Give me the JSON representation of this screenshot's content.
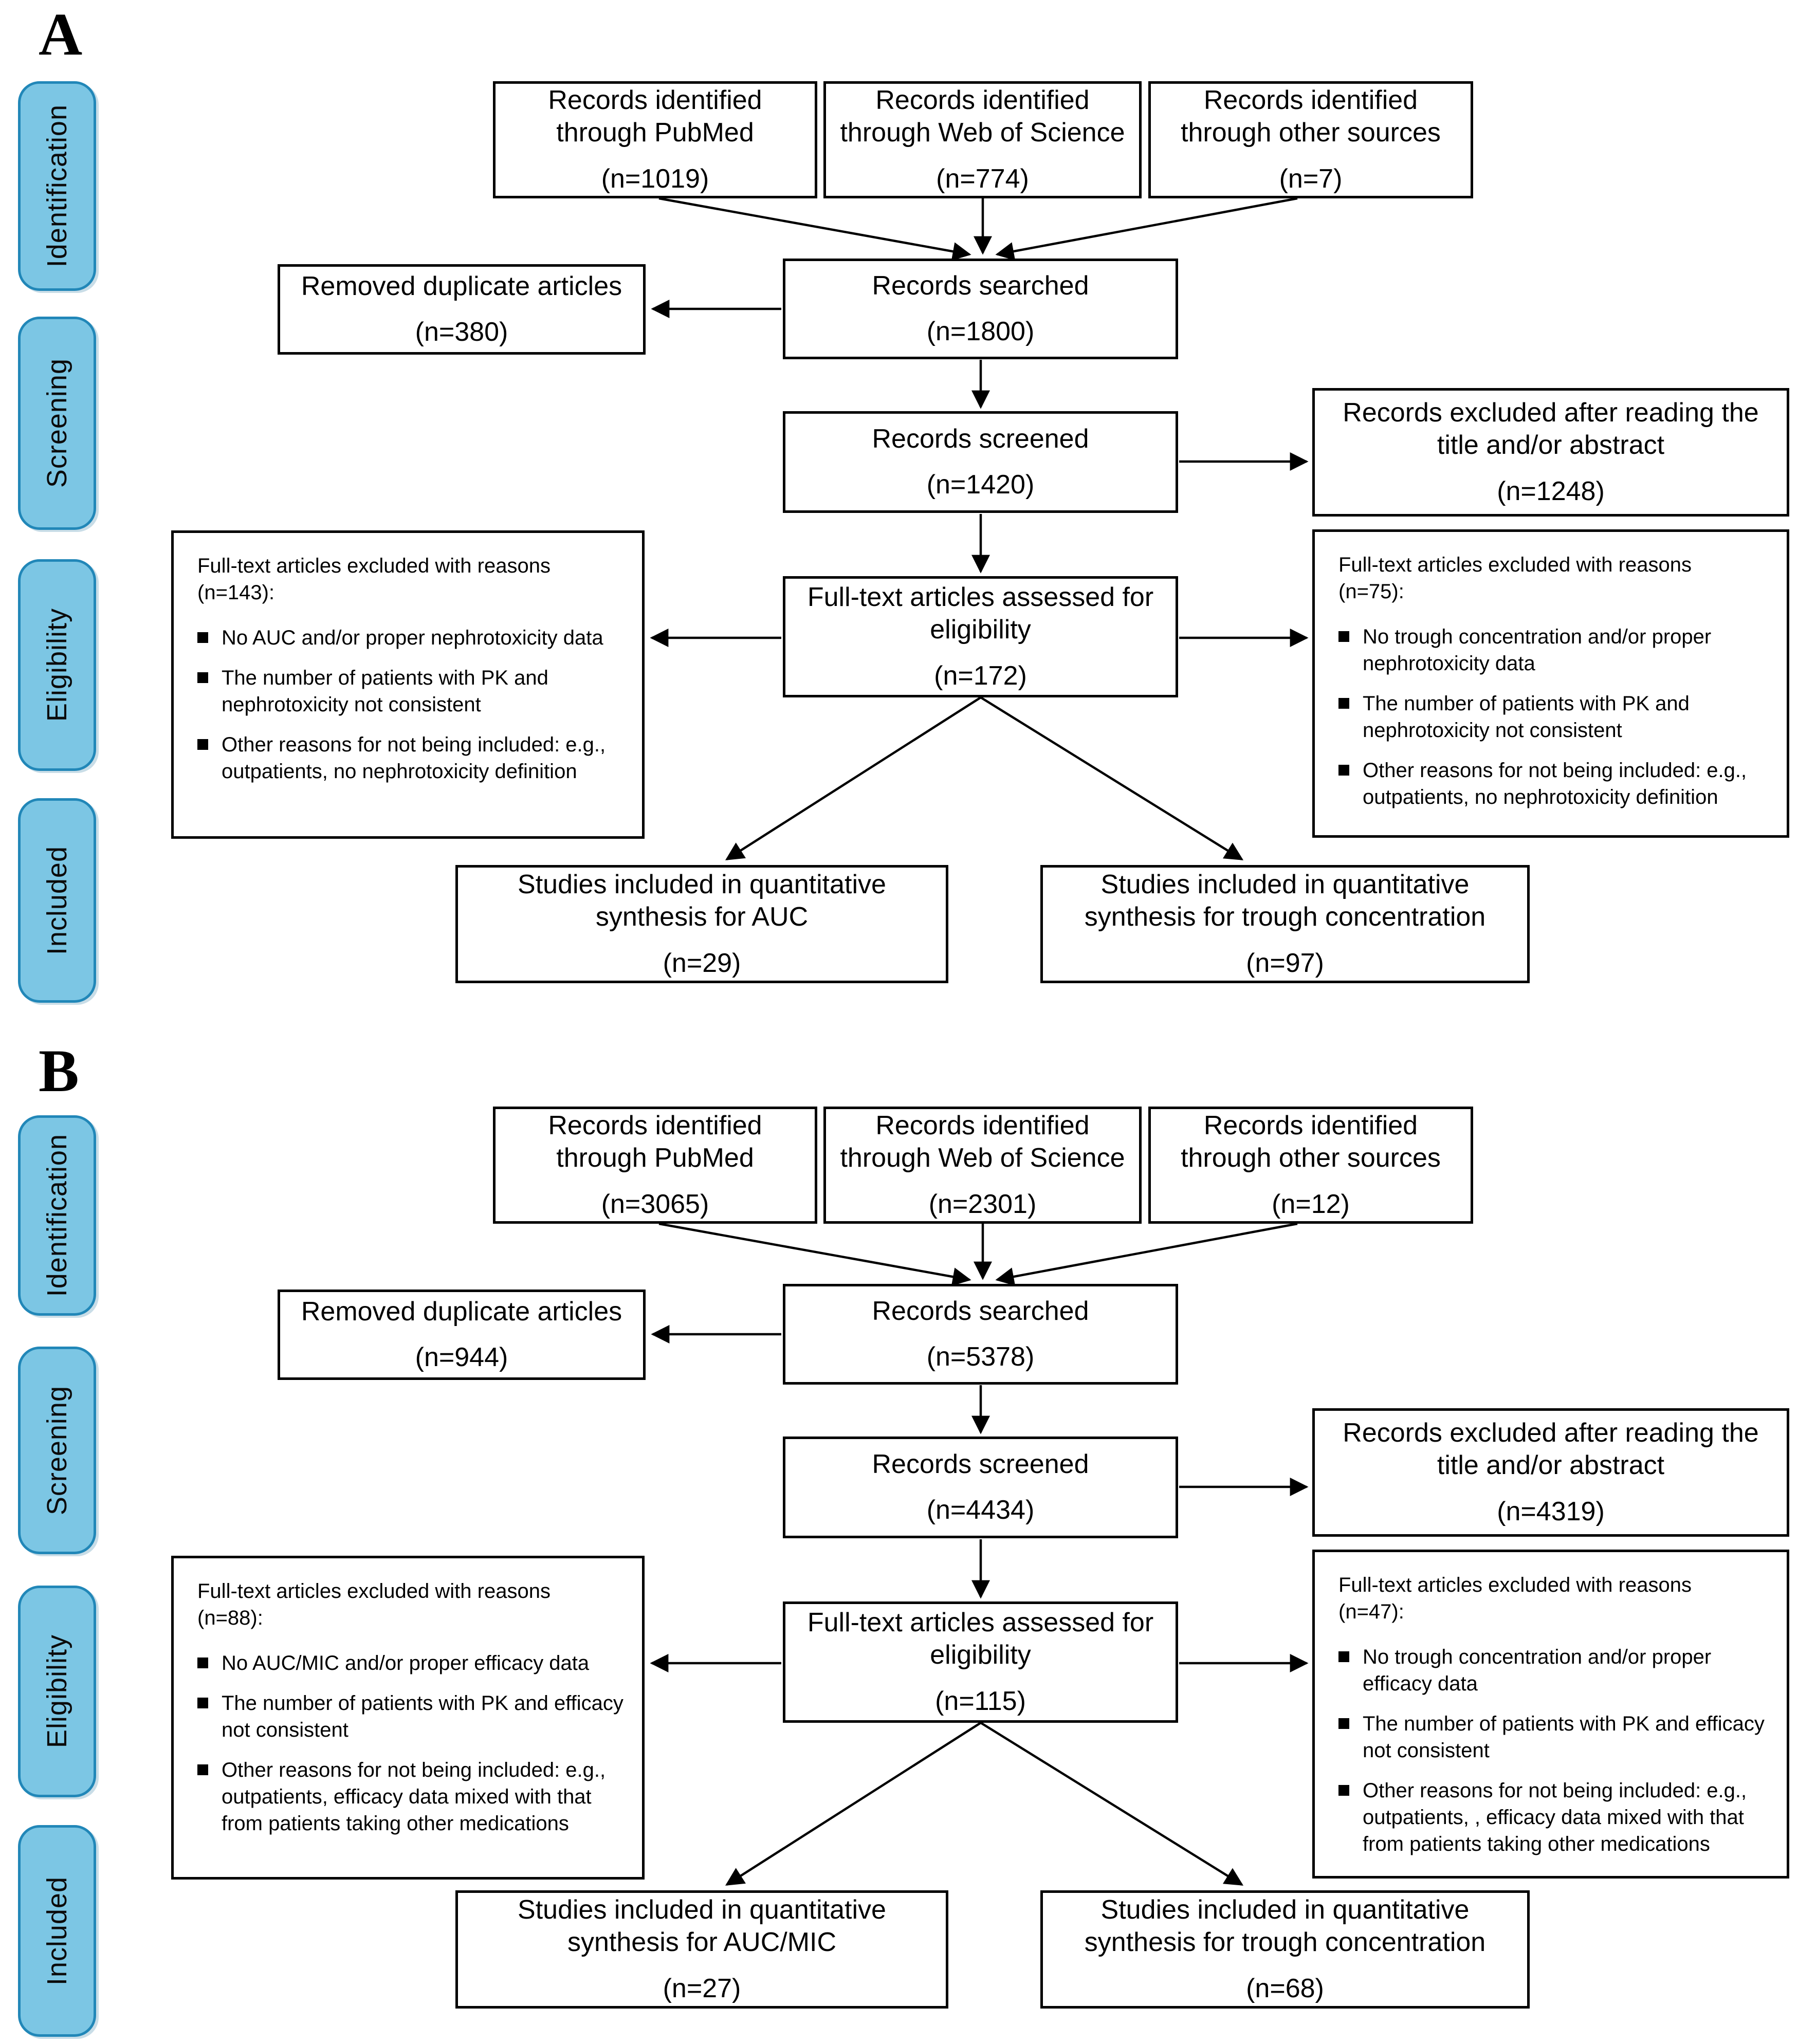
{
  "colors": {
    "sidebar_fill": "#7CC6E4",
    "sidebar_border": "#2187B8",
    "line_color": "#000000"
  },
  "sidebar_stages": [
    "Identification",
    "Screening",
    "Eligibility",
    "Included"
  ],
  "panelA": {
    "label": "A",
    "nodes": {
      "pubmed": {
        "label": "Records identified through PubMed",
        "count": "(n=1019)"
      },
      "wos": {
        "label": "Records identified through Web of Science",
        "count": "(n=774)"
      },
      "other": {
        "label": "Records identified through other sources",
        "count": "(n=7)"
      },
      "removed": {
        "label": "Removed duplicate articles",
        "count": "(n=380)"
      },
      "searched": {
        "label": "Records searched",
        "count": "(n=1800)"
      },
      "screened": {
        "label": "Records screened",
        "count": "(n=1420)"
      },
      "excluded_screening": {
        "label": "Records excluded after reading the title and/or abstract",
        "count": "(n=1248)"
      },
      "fulltext": {
        "label": "Full-text articles assessed for eligibility",
        "count": "(n=172)"
      },
      "excluded_left": {
        "title": "Full-text articles excluded with reasons",
        "count": "(n=143):",
        "bullets": [
          "No AUC and/or proper nephrotoxicity data",
          "The number of patients with PK and nephrotoxicity not consistent",
          "Other reasons for not being included: e.g., outpatients, no nephrotoxicity definition"
        ]
      },
      "excluded_right": {
        "title": "Full-text articles excluded with reasons",
        "count": "(n=75):",
        "bullets": [
          "No trough concentration and/or proper nephrotoxicity data",
          "The number of patients with PK and nephrotoxicity not consistent",
          "Other reasons for not being included: e.g., outpatients, no nephrotoxicity definition"
        ]
      },
      "included_left": {
        "label": "Studies included in quantitative synthesis for AUC",
        "count": "(n=29)"
      },
      "included_right": {
        "label": "Studies included in quantitative synthesis for trough concentration",
        "count": "(n=97)"
      }
    }
  },
  "panelB": {
    "label": "B",
    "nodes": {
      "pubmed": {
        "label": "Records identified through PubMed",
        "count": "(n=3065)"
      },
      "wos": {
        "label": "Records identified through Web of Science",
        "count": "(n=2301)"
      },
      "other": {
        "label": "Records identified through other sources",
        "count": "(n=12)"
      },
      "removed": {
        "label": "Removed duplicate articles",
        "count": "(n=944)"
      },
      "searched": {
        "label": "Records searched",
        "count": "(n=5378)"
      },
      "screened": {
        "label": "Records screened",
        "count": "(n=4434)"
      },
      "excluded_screening": {
        "label": "Records excluded after reading the title and/or abstract",
        "count": "(n=4319)"
      },
      "fulltext": {
        "label": "Full-text articles assessed for eligibility",
        "count": "(n=115)"
      },
      "excluded_left": {
        "title": "Full-text articles excluded with reasons",
        "count": "(n=88):",
        "bullets": [
          "No AUC/MIC and/or proper efficacy data",
          "The number of patients with PK and efficacy not consistent",
          "Other reasons for not being included: e.g., outpatients, efficacy data mixed with that from patients taking other medications"
        ]
      },
      "excluded_right": {
        "title": "Full-text articles excluded with reasons",
        "count": "(n=47):",
        "bullets": [
          "No trough concentration and/or proper efficacy data",
          "The number of patients with PK and efficacy not consistent",
          "Other reasons for not being included: e.g., outpatients, , efficacy data mixed with that from patients taking other medications"
        ]
      },
      "included_left": {
        "label": "Studies included in quantitative synthesis for AUC/MIC",
        "count": "(n=27)"
      },
      "included_right": {
        "label": "Studies included in quantitative synthesis for trough concentration",
        "count": "(n=68)"
      }
    }
  }
}
